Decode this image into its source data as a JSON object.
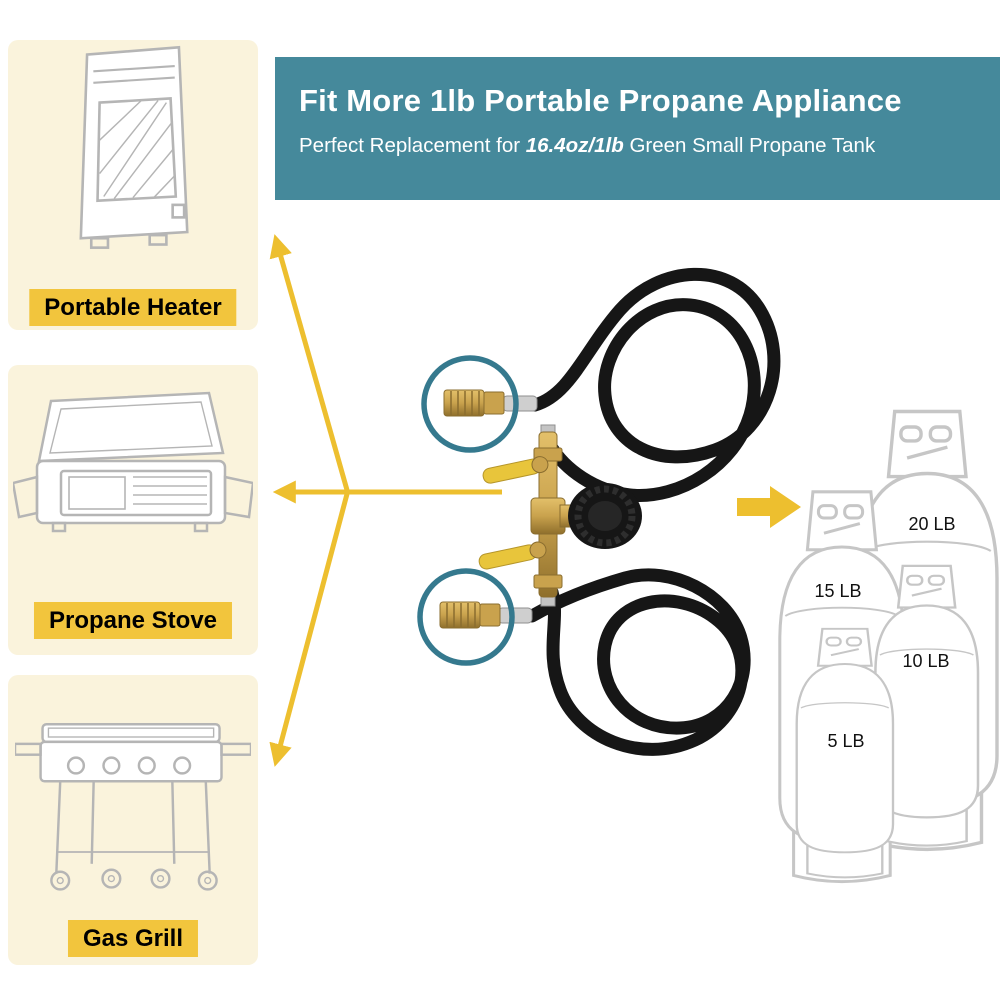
{
  "banner": {
    "title": "Fit More 1lb Portable Propane Appliance",
    "subtitle_prefix": "Perfect Replacement for ",
    "subtitle_emphasis": "16.4oz/1lb",
    "subtitle_suffix": " Green Small Propane Tank"
  },
  "appliances": [
    {
      "id": "portable-heater",
      "label": "Portable Heater"
    },
    {
      "id": "propane-stove",
      "label": "Propane Stove"
    },
    {
      "id": "gas-grill",
      "label": "Gas Grill"
    }
  ],
  "tanks": [
    {
      "label": "20 LB"
    },
    {
      "label": "15 LB"
    },
    {
      "label": "10 LB"
    },
    {
      "label": "5 LB"
    }
  ],
  "colors": {
    "banner_teal": "#45899B",
    "panel_cream": "#FAF3DC",
    "label_yellow": "#F2C53D",
    "arrow_gold": "#EDBF2F",
    "highlight_circle_teal": "#35798E",
    "hose_black": "#161616",
    "brass": "#C9A24D"
  }
}
